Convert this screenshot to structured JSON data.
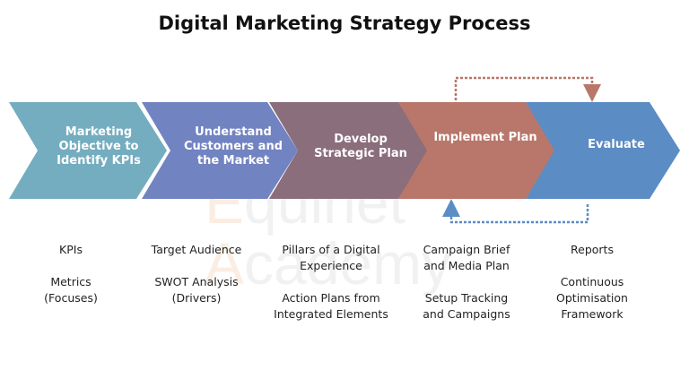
{
  "title": "Digital Marketing Strategy Process",
  "watermark": {
    "line1": "Equinet",
    "line2": "Academy"
  },
  "colors": {
    "step1": "#74adc0",
    "step2": "#7283c2",
    "step3": "#8b6e7b",
    "step4": "#b8776a",
    "step5": "#5b8cc4",
    "loop_top": "#b8776a",
    "loop_bottom": "#5b8cc4"
  },
  "steps": [
    {
      "label": "Marketing Objective to Identify KPIs",
      "items": [
        "KPIs",
        "Metrics (Focuses)"
      ]
    },
    {
      "label": "Understand Customers and the Market",
      "items": [
        "Target Audience",
        "SWOT Analysis (Drivers)"
      ]
    },
    {
      "label": "Develop Strategic Plan",
      "items": [
        "Pillars of a Digital Experience",
        "Action Plans from Integrated Elements"
      ]
    },
    {
      "label": "Implement Plan",
      "items": [
        "Campaign Brief and Media Plan",
        "Setup Tracking and Campaigns"
      ]
    },
    {
      "label": "Evaluate",
      "items": [
        "Reports",
        "Continuous Optimisation Framework"
      ]
    }
  ]
}
